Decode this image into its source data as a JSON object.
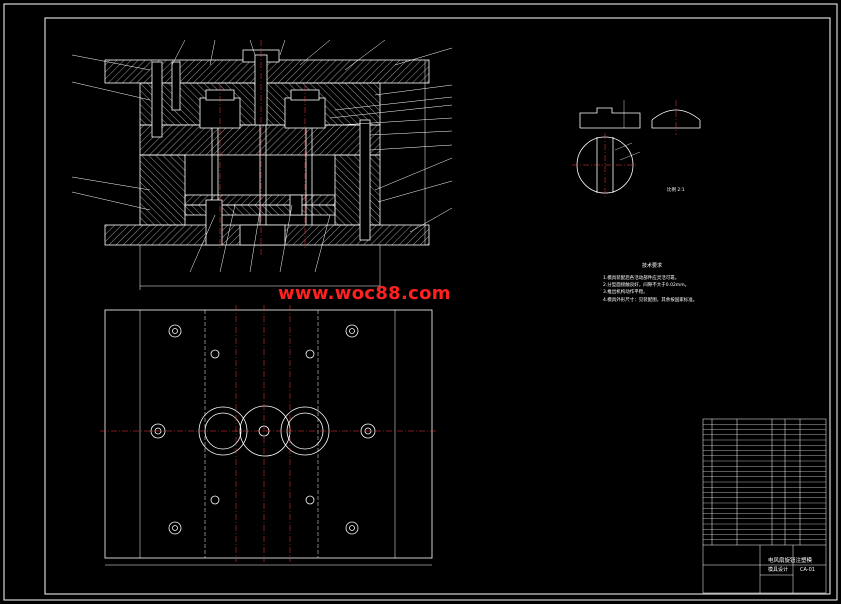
{
  "watermark": "www.woc88.com",
  "tech_requirements": {
    "title": "技术要求",
    "lines": [
      "1.模具装配后各活动部件应灵活可靠。",
      "2.分型面接触良好，间隙不大于0.02mm。",
      "3.推出机构动作平稳。",
      "4.模具外形尺寸：见装配图，其余按国家标准。"
    ]
  },
  "part_view_scale": "比例 2:1",
  "title_block": {
    "drawing_title": "电风扇旋钮注塑模",
    "drawing_subtitle": "模具设计",
    "drawing_number": "CA-01"
  },
  "colors": {
    "background": "#000000",
    "lines": "#ffffff",
    "center_lines": "#ff3b3b",
    "watermark": "#ff2020"
  }
}
